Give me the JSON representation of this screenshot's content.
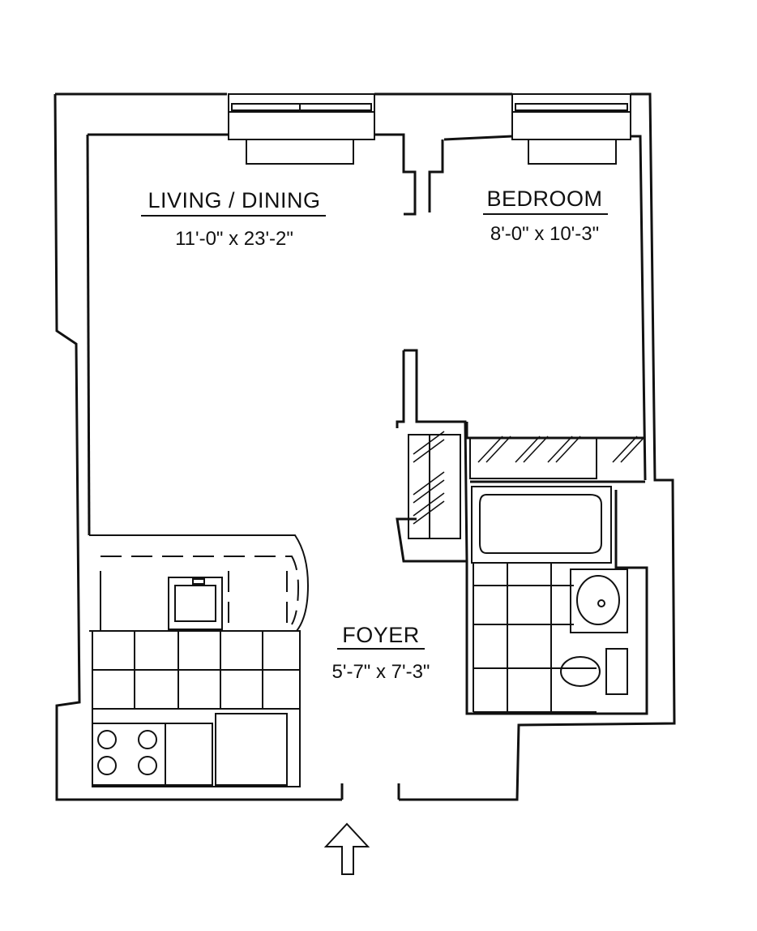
{
  "rooms": {
    "living": {
      "name": "LIVING / DINING",
      "dims": "11'-0\" x 23'-2\""
    },
    "bedroom": {
      "name": "BEDROOM",
      "dims": "8'-0\" x 10'-3\""
    },
    "foyer": {
      "name": "FOYER",
      "dims": "5'-7\" x 7'-3\""
    }
  },
  "icons": {
    "entry": "entry-arrow-icon",
    "sink": "sink-icon",
    "stove": "stove-icon",
    "bathtub": "bathtub-icon",
    "toilet": "toilet-icon",
    "window": "window-icon"
  },
  "colors": {
    "ink": "#111111",
    "paper": "#ffffff"
  }
}
